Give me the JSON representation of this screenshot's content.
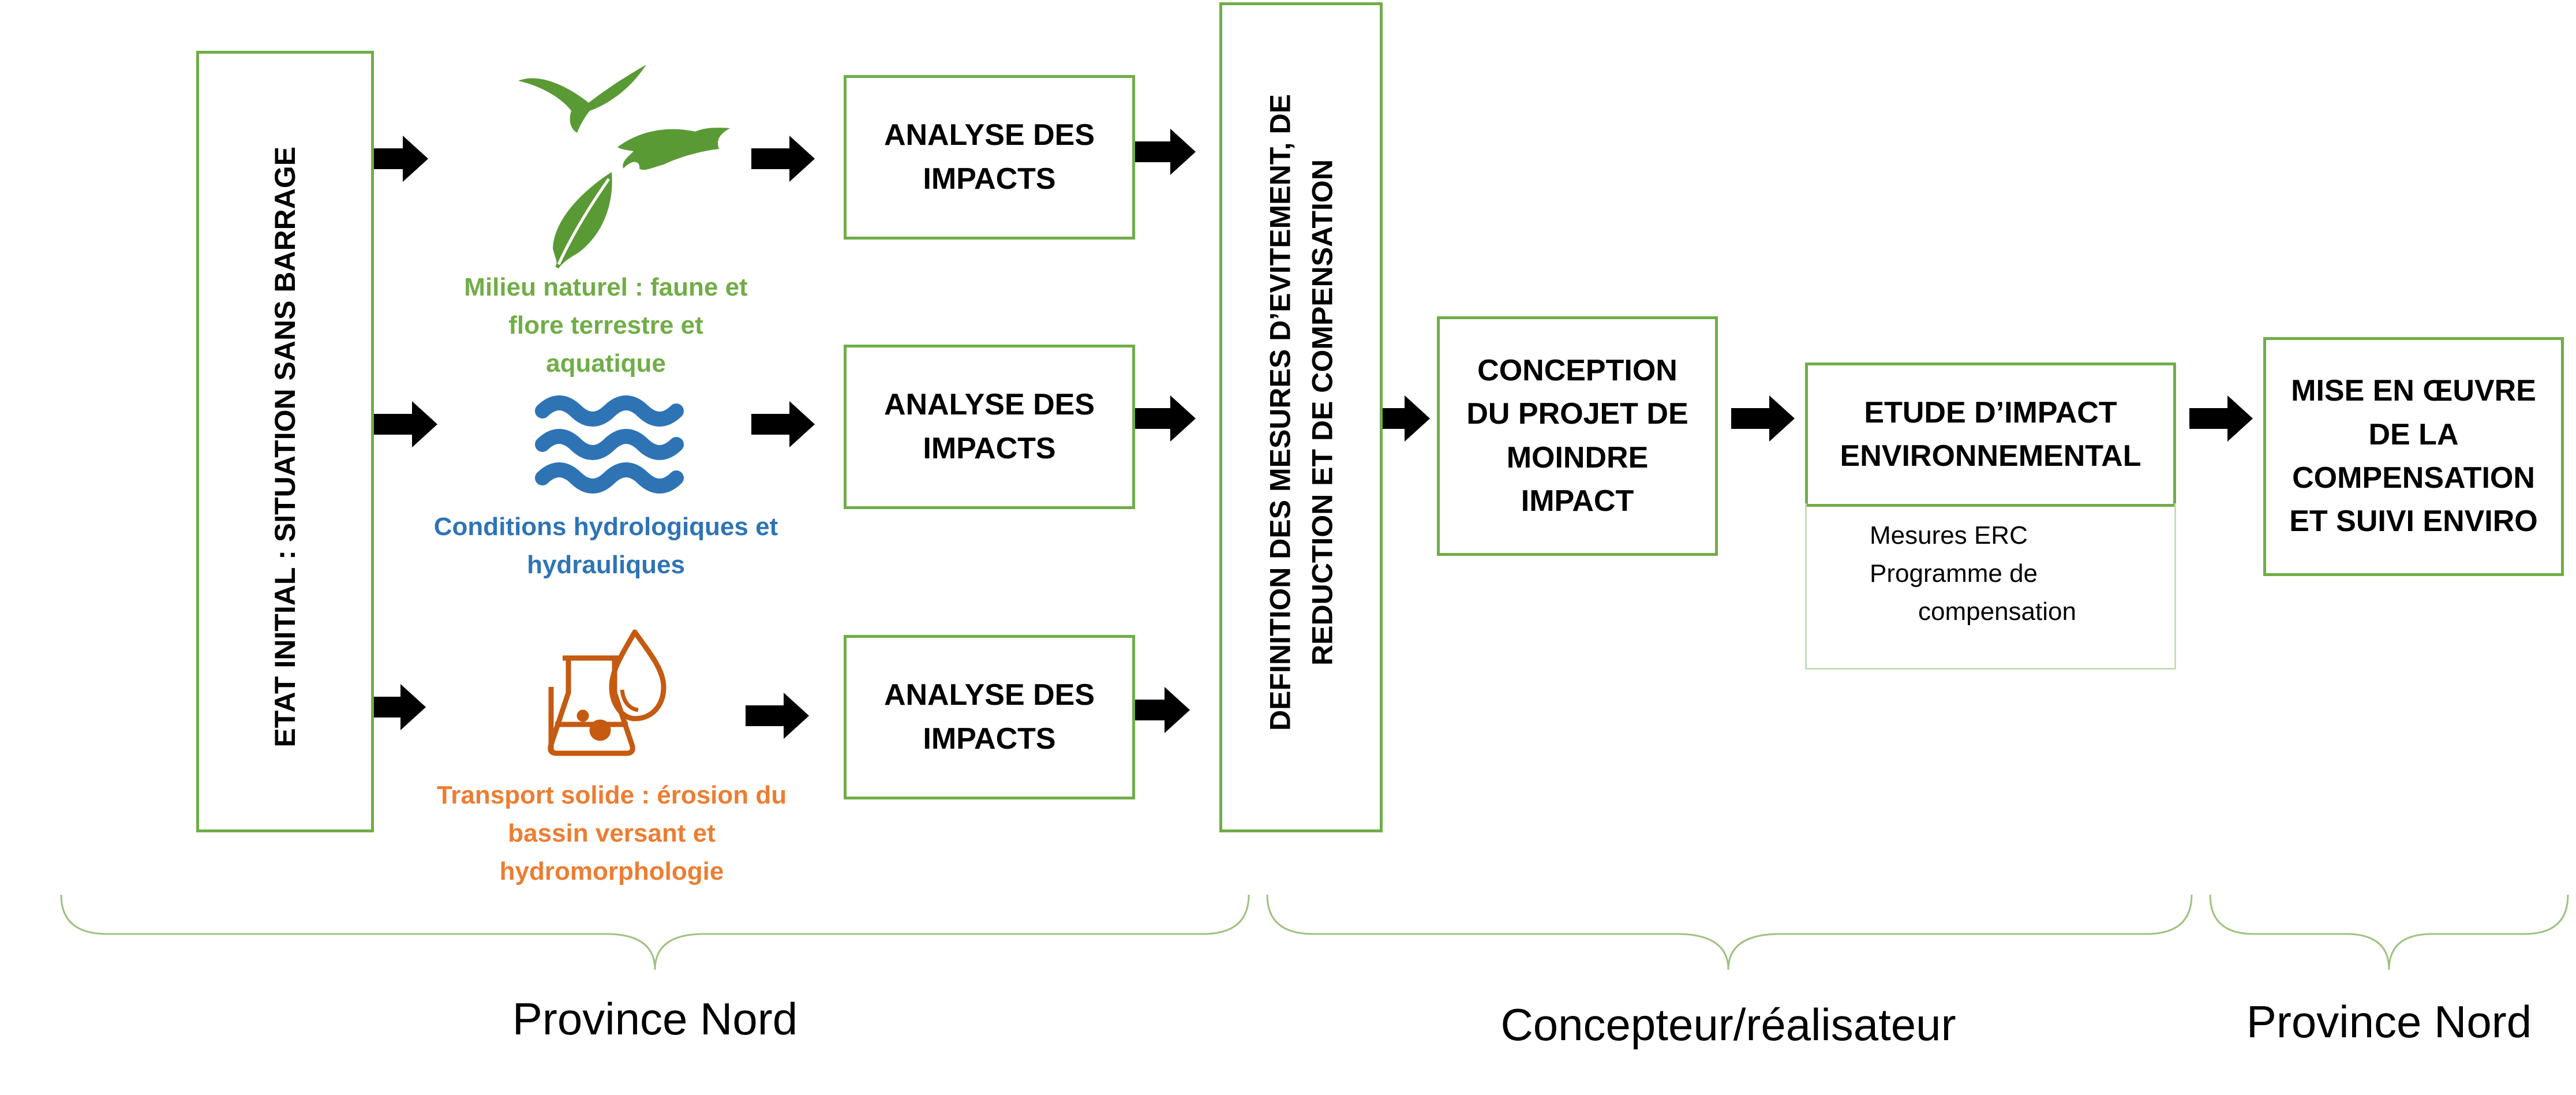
{
  "colors": {
    "box_border": "#70ad47",
    "green": "#70ad47",
    "leaf_green": "#5a9a35",
    "blue": "#2e74b5",
    "orange": "#ed7d31",
    "icon_orange": "#c55a11",
    "arrow": "#000000"
  },
  "initial_state_label": "ETAT INITIAL : SITUATION SANS BARRAGE",
  "themes": [
    {
      "icon": "bird-fish-leaf-icon",
      "caption_lines": [
        "Milieu naturel : faune et",
        "flore terrestre et",
        "aquatique"
      ]
    },
    {
      "icon": "water-waves-icon",
      "caption_lines": [
        "Conditions hydrologiques et",
        "hydrauliques"
      ]
    },
    {
      "icon": "flask-drop-icon",
      "caption_lines": [
        "Transport solide : érosion du",
        "bassin versant et",
        "hydromorphologie"
      ]
    }
  ],
  "impact_boxes": [
    {
      "lines": [
        "ANALYSE DES",
        "IMPACTS"
      ]
    },
    {
      "lines": [
        "ANALYSE DES",
        "IMPACTS"
      ]
    },
    {
      "lines": [
        "ANALYSE DES",
        "IMPACTS"
      ]
    }
  ],
  "definition_label_lines": [
    "DEFINITION DES MESURES D’EVITEMENT, DE",
    "REDUCTION ET DE COMPENSATION"
  ],
  "conception_lines": [
    "CONCEPTION",
    "DU PROJET DE",
    "MOINDRE",
    "IMPACT"
  ],
  "etude_lines": [
    "ETUDE D’IMPACT",
    "ENVIRONNEMENTAL"
  ],
  "etude_notes": [
    "Mesures ERC",
    "Programme de",
    "compensation"
  ],
  "mise_lines": [
    "MISE EN ŒUVRE",
    "DE LA",
    "COMPENSATION",
    "ET SUIVI ENVIRO"
  ],
  "regions": [
    "Province Nord",
    "Concepteur/réalisateur",
    "Province Nord"
  ]
}
